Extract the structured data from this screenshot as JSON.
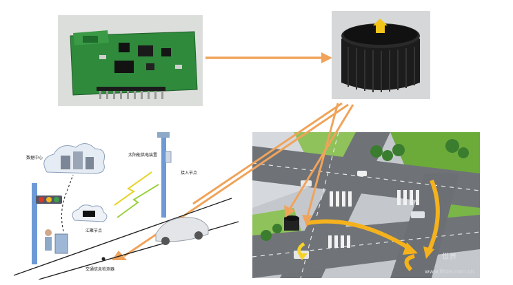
{
  "diagram": {
    "labels": {
      "data_center": "数据中心",
      "solar_power": "太阳能供电装置",
      "access_node": "接入节点",
      "gateway_node": "汇聚节点",
      "traffic_terminal": "交通信息检测器"
    }
  },
  "watermark": {
    "text": "世界",
    "url": "www.ittde.com.cn"
  },
  "colors": {
    "arrow": "#f0a35a",
    "scene_arrow": "#f5b21c",
    "pcb": "#2f8a3c",
    "sensor": "#1d1d1d",
    "road": "#6f7378",
    "grass": "#6cab3a"
  }
}
